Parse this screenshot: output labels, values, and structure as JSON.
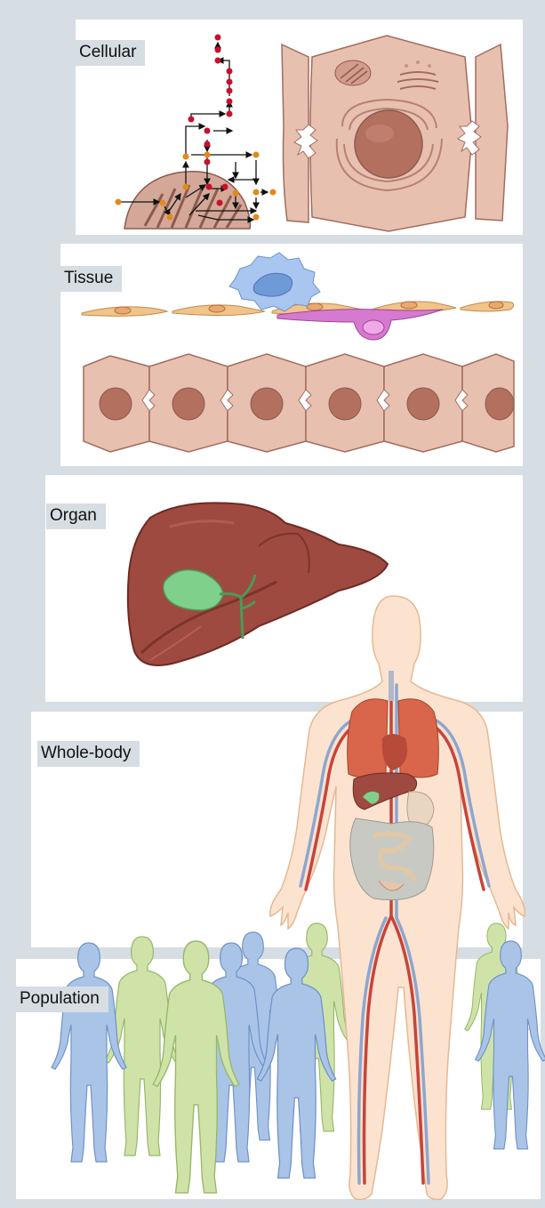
{
  "levels": {
    "cellular": "Cellular",
    "tissue": "Tissue",
    "organ": "Organ",
    "whole_body": "Whole-body",
    "population": "Population"
  },
  "colors": {
    "background": "#d6dde3",
    "cell_fill": "#e8c0b0",
    "nucleus": "#b3705e",
    "liver": "#9e4a40",
    "gallbladder": "#7fd08a",
    "body_skin": "#fbe3cf",
    "lungs": "#d9664a",
    "artery": "#c9433a",
    "vein": "#8da6cf",
    "population_blue": "#aac4e8",
    "population_green": "#cfe3a8",
    "metabolite_red": "#c8102e",
    "metabolite_orange": "#e08a1e",
    "macrophage": "#a8c6f0",
    "fibroblast": "#f0c48a",
    "magenta_cell": "#d67ad0"
  }
}
